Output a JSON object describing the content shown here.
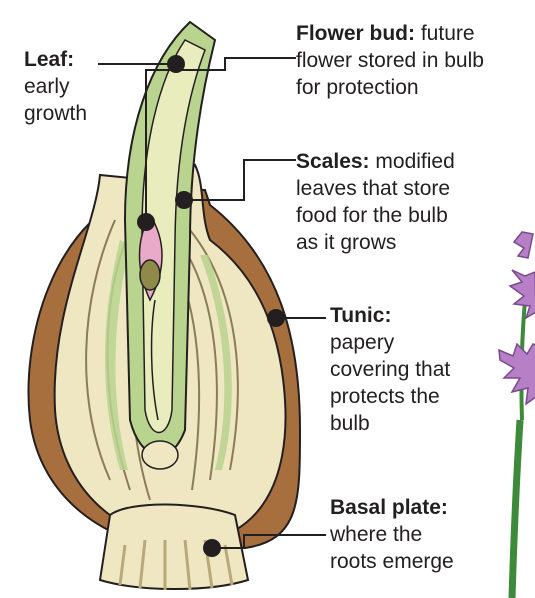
{
  "labels": {
    "leaf": {
      "head": "Leaf:",
      "body": [
        "early",
        "growth"
      ]
    },
    "flower_bud": {
      "head": "Flower bud:",
      "body": [
        "future",
        "flower stored in bulb",
        "for protection"
      ]
    },
    "scales": {
      "head": "Scales:",
      "body": [
        "modified",
        "leaves that store",
        "food for the bulb",
        "as it grows"
      ]
    },
    "tunic": {
      "head": "Tunic:",
      "body": [
        "papery",
        "covering that",
        "protects the",
        "bulb"
      ]
    },
    "basal_plate": {
      "head": "Basal plate:",
      "body": [
        "where the",
        "roots emerge"
      ]
    }
  },
  "colors": {
    "tunic_brown": "#a86f3e",
    "scale_cream": "#efe6c2",
    "leaf_green": "#b9d48f",
    "flower_pink": "#e9a9c8",
    "bud_olive": "#8f8a4a",
    "chive_purple": "#b77fc6",
    "stem_green": "#3c8a3a",
    "marker_black": "#231f20"
  }
}
